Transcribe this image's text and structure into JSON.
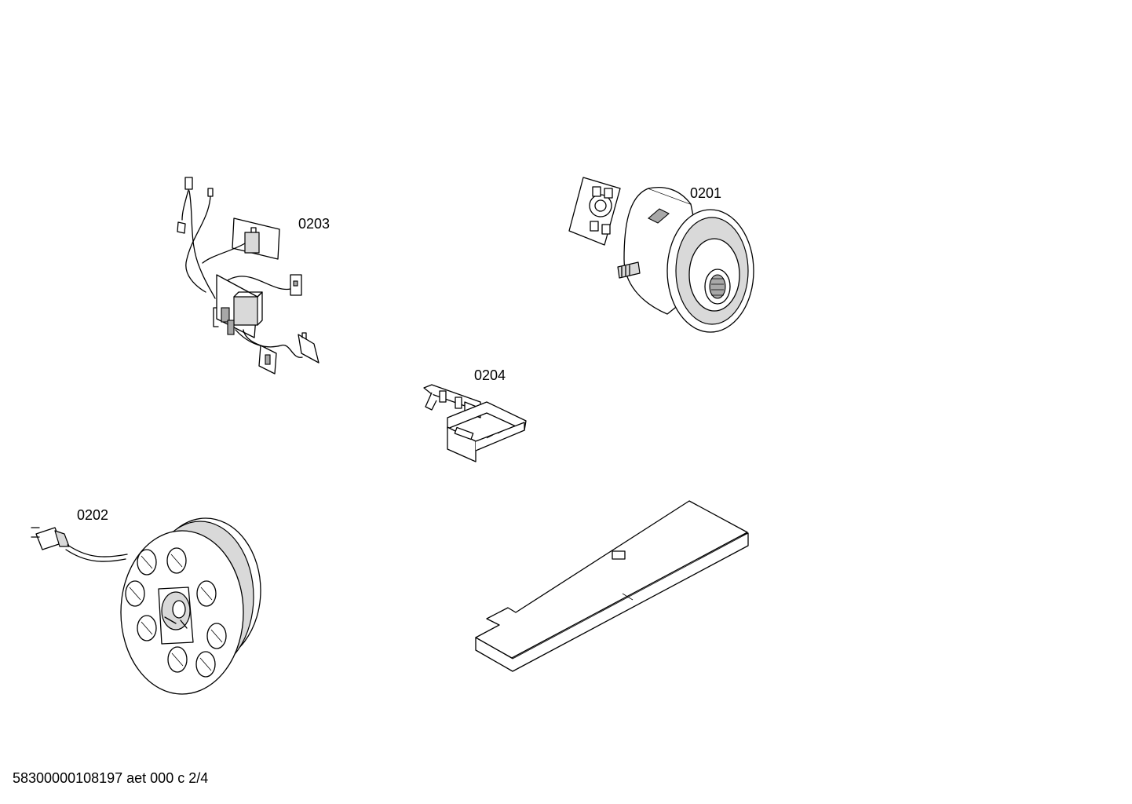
{
  "diagram": {
    "parts": [
      {
        "id": "part-0201",
        "label": "0201",
        "icon": "motor-icon"
      },
      {
        "id": "part-0202",
        "label": "0202",
        "icon": "cable-reel-icon"
      },
      {
        "id": "part-0203",
        "label": "0203",
        "icon": "wiring-harness-icon"
      },
      {
        "id": "part-0204",
        "label": "0204",
        "icon": "bracket-icon"
      },
      {
        "id": "part-plate",
        "label": "",
        "icon": "plate-icon"
      }
    ]
  },
  "footer": {
    "doc_id": "58300000108197 aet 000 c 2/4"
  }
}
